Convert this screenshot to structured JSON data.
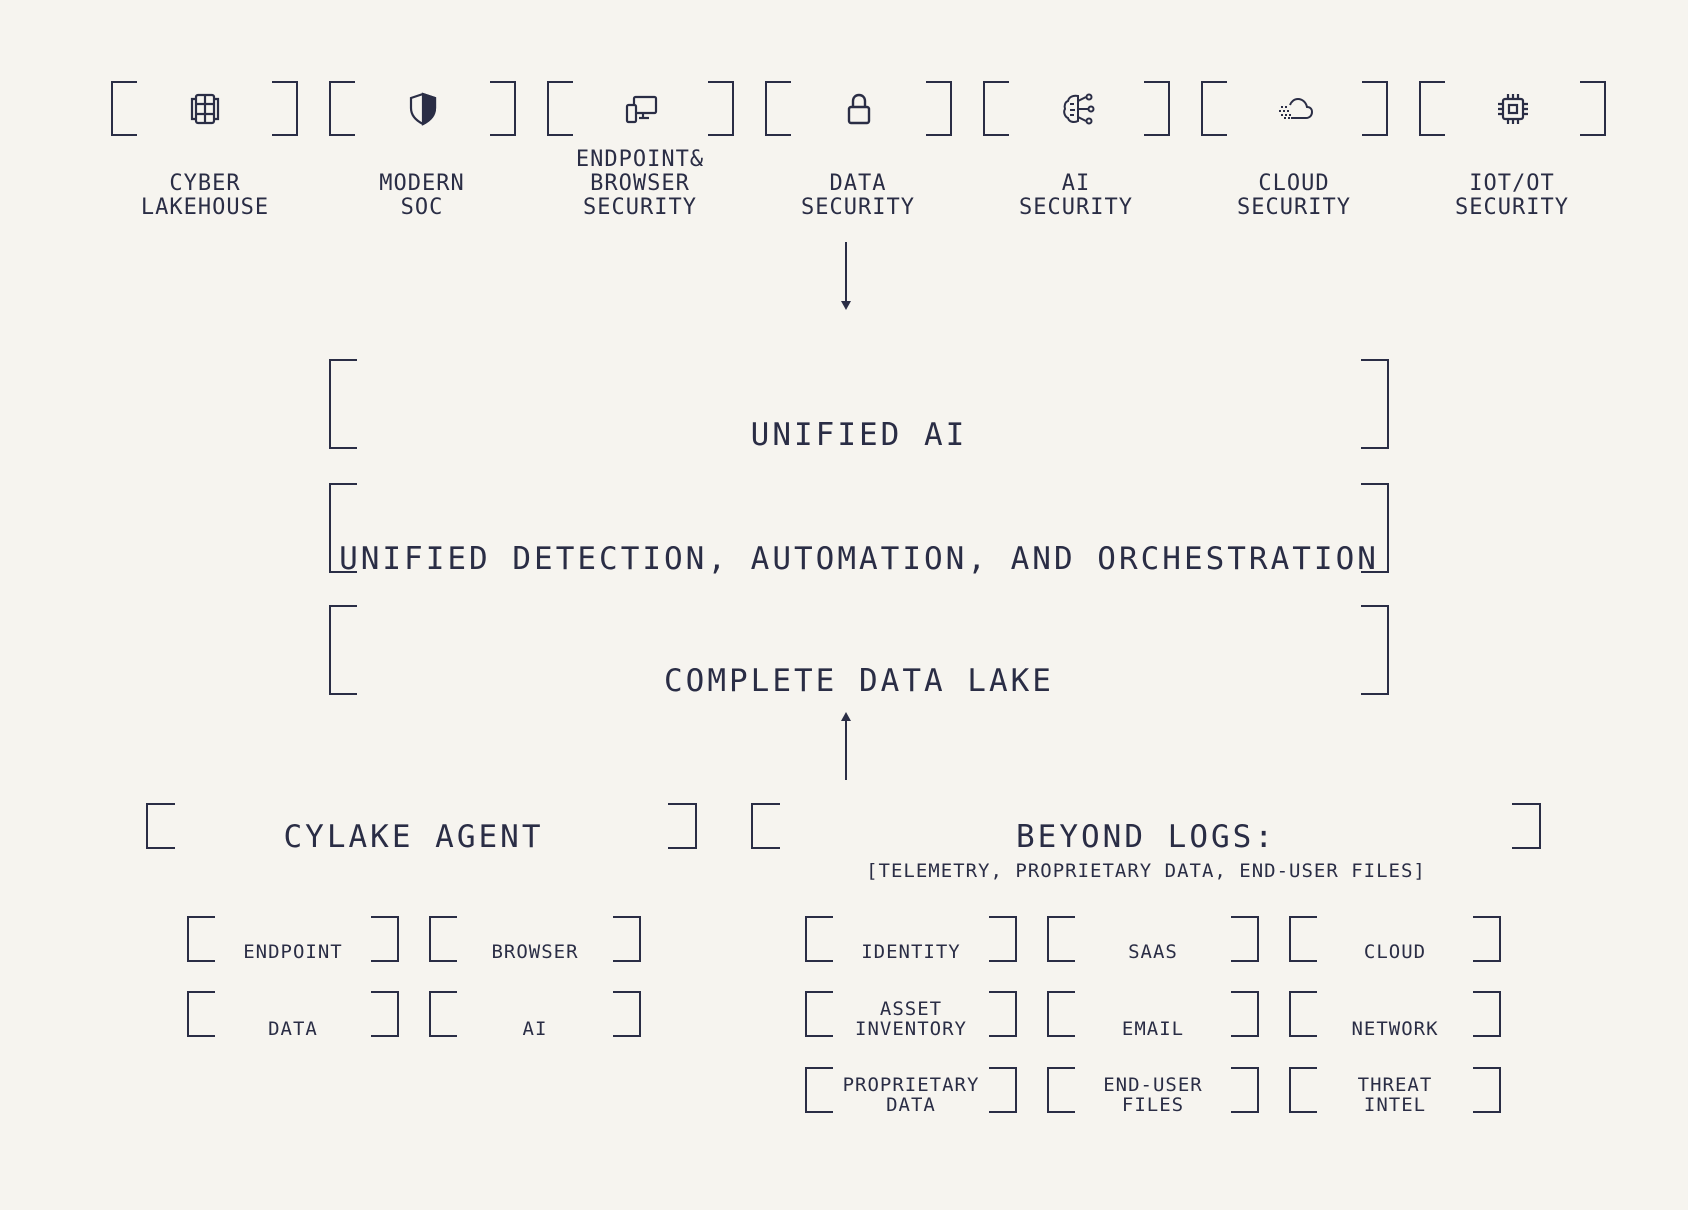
{
  "solutions": [
    {
      "label": "CYBER\nLAKEHOUSE",
      "icon": "server-rack-icon"
    },
    {
      "label": "MODERN\nSOC",
      "icon": "shield-icon"
    },
    {
      "label": "ENDPOINT&\nBROWSER\nSECURITY",
      "icon": "devices-icon"
    },
    {
      "label": "DATA\nSECURITY",
      "icon": "lock-icon"
    },
    {
      "label": "AI\nSECURITY",
      "icon": "ai-brain-icon"
    },
    {
      "label": "CLOUD\nSECURITY",
      "icon": "cloud-icon"
    },
    {
      "label": "IOT/OT\nSECURITY",
      "icon": "chip-icon"
    }
  ],
  "layers": {
    "unified_ai": "UNIFIED AI",
    "detection": "UNIFIED DETECTION, AUTOMATION, AND ORCHESTRATION",
    "data_lake": "COMPLETE DATA LAKE"
  },
  "agent": {
    "title": "CYLAKE AGENT",
    "items": [
      "ENDPOINT",
      "BROWSER",
      "DATA",
      "AI"
    ]
  },
  "beyond": {
    "title": "BEYOND LOGS:",
    "subtitle": "[TELEMETRY, PROPRIETARY DATA, END-USER FILES]",
    "items": [
      "IDENTITY",
      "SAAS",
      "CLOUD",
      "ASSET\nINVENTORY",
      "EMAIL",
      "NETWORK",
      "PROPRIETARY\nDATA",
      "END-USER\nFILES",
      "THREAT\nINTEL"
    ]
  },
  "colors": {
    "ink": "#2a2d45",
    "background": "#f6f4ef"
  }
}
